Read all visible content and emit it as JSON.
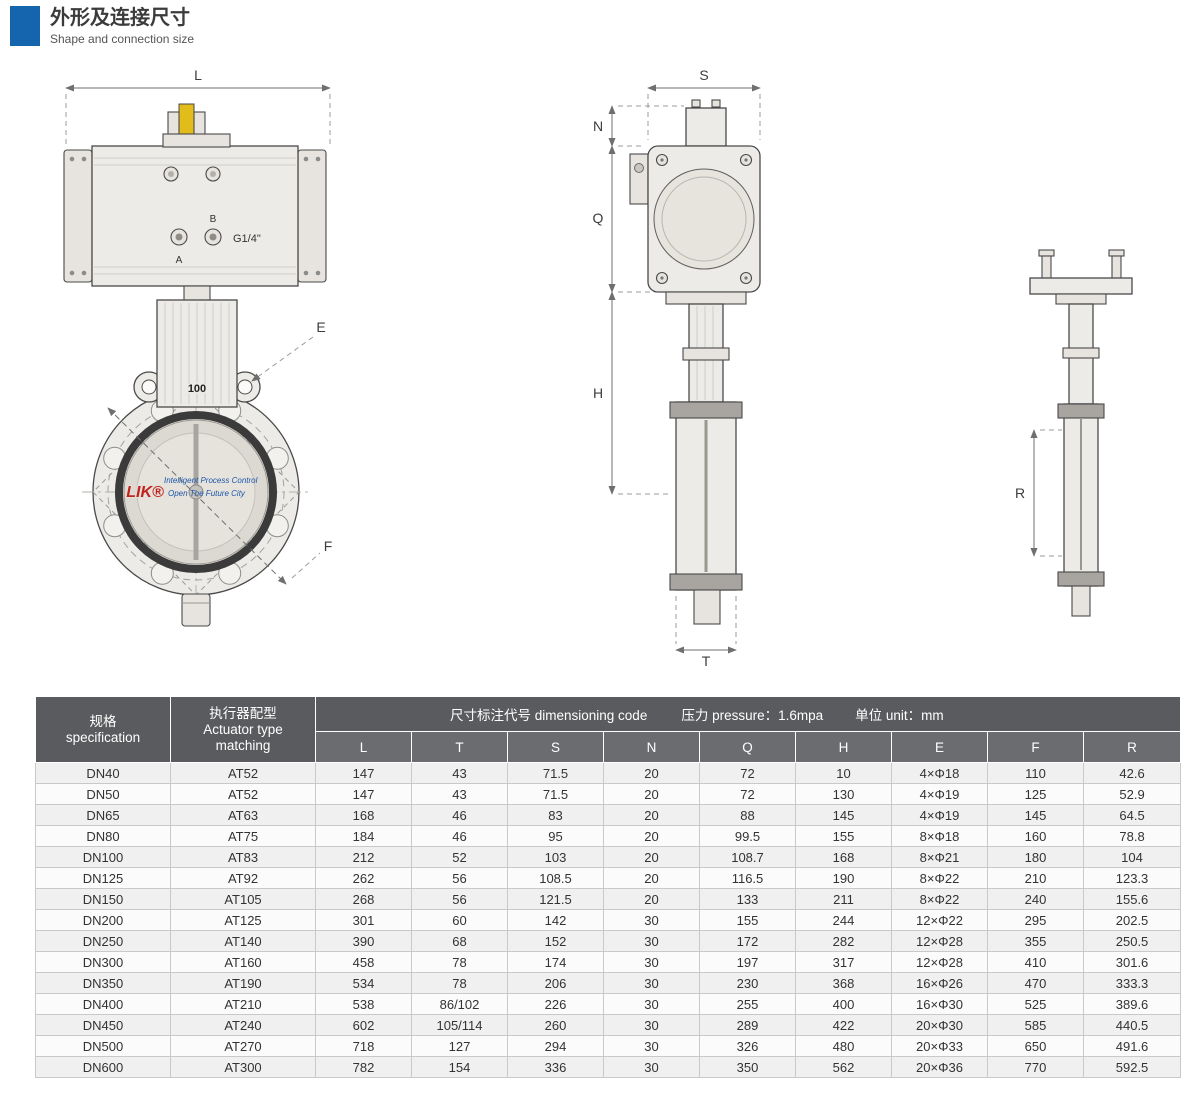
{
  "header": {
    "title_zh": "外形及连接尺寸",
    "title_en": "Shape and connection size"
  },
  "drawing": {
    "front_view": {
      "dim_l": "L",
      "dim_e": "E",
      "dim_f": "F",
      "port_b_label": "B",
      "port_a_label": "A",
      "port_size_label": "G1/4\"",
      "bracket_label": "100",
      "disc_logo": "LIK®",
      "disc_text_line1": "Intelligent Process Control",
      "disc_text_line2": "Open The Future City"
    },
    "side_view": {
      "dim_s": "S",
      "dim_n": "N",
      "dim_q": "Q",
      "dim_h": "H",
      "dim_t": "T"
    },
    "profile_view": {
      "dim_r": "R"
    }
  },
  "table": {
    "header": {
      "spec_line1": "规格",
      "spec_line2": "specification",
      "actuator_line1": "执行器配型",
      "actuator_line2": "Actuator type",
      "actuator_line3": "matching",
      "dimensioning_code": "尺寸标注代号 dimensioning code",
      "pressure": "压力 pressure：1.6mpa",
      "unit": "单位 unit：mm",
      "dim_columns": [
        "L",
        "T",
        "S",
        "N",
        "Q",
        "H",
        "E",
        "F",
        "R"
      ]
    },
    "rows": [
      {
        "spec": "DN40",
        "actuator": "AT52",
        "dims": [
          "147",
          "43",
          "71.5",
          "20",
          "72",
          "10",
          "4×Φ18",
          "110",
          "42.6"
        ]
      },
      {
        "spec": "DN50",
        "actuator": "AT52",
        "dims": [
          "147",
          "43",
          "71.5",
          "20",
          "72",
          "130",
          "4×Φ19",
          "125",
          "52.9"
        ]
      },
      {
        "spec": "DN65",
        "actuator": "AT63",
        "dims": [
          "168",
          "46",
          "83",
          "20",
          "88",
          "145",
          "4×Φ19",
          "145",
          "64.5"
        ]
      },
      {
        "spec": "DN80",
        "actuator": "AT75",
        "dims": [
          "184",
          "46",
          "95",
          "20",
          "99.5",
          "155",
          "8×Φ18",
          "160",
          "78.8"
        ]
      },
      {
        "spec": "DN100",
        "actuator": "AT83",
        "dims": [
          "212",
          "52",
          "103",
          "20",
          "108.7",
          "168",
          "8×Φ21",
          "180",
          "104"
        ]
      },
      {
        "spec": "DN125",
        "actuator": "AT92",
        "dims": [
          "262",
          "56",
          "108.5",
          "20",
          "116.5",
          "190",
          "8×Φ22",
          "210",
          "123.3"
        ]
      },
      {
        "spec": "DN150",
        "actuator": "AT105",
        "dims": [
          "268",
          "56",
          "121.5",
          "20",
          "133",
          "211",
          "8×Φ22",
          "240",
          "155.6"
        ]
      },
      {
        "spec": "DN200",
        "actuator": "AT125",
        "dims": [
          "301",
          "60",
          "142",
          "30",
          "155",
          "244",
          "12×Φ22",
          "295",
          "202.5"
        ]
      },
      {
        "spec": "DN250",
        "actuator": "AT140",
        "dims": [
          "390",
          "68",
          "152",
          "30",
          "172",
          "282",
          "12×Φ28",
          "355",
          "250.5"
        ]
      },
      {
        "spec": "DN300",
        "actuator": "AT160",
        "dims": [
          "458",
          "78",
          "174",
          "30",
          "197",
          "317",
          "12×Φ28",
          "410",
          "301.6"
        ]
      },
      {
        "spec": "DN350",
        "actuator": "AT190",
        "dims": [
          "534",
          "78",
          "206",
          "30",
          "230",
          "368",
          "16×Φ26",
          "470",
          "333.3"
        ]
      },
      {
        "spec": "DN400",
        "actuator": "AT210",
        "dims": [
          "538",
          "86/102",
          "226",
          "30",
          "255",
          "400",
          "16×Φ30",
          "525",
          "389.6"
        ]
      },
      {
        "spec": "DN450",
        "actuator": "AT240",
        "dims": [
          "602",
          "105/114",
          "260",
          "30",
          "289",
          "422",
          "20×Φ30",
          "585",
          "440.5"
        ]
      },
      {
        "spec": "DN500",
        "actuator": "AT270",
        "dims": [
          "718",
          "127",
          "294",
          "30",
          "326",
          "480",
          "20×Φ33",
          "650",
          "491.6"
        ]
      },
      {
        "spec": "DN600",
        "actuator": "AT300",
        "dims": [
          "782",
          "154",
          "336",
          "30",
          "350",
          "562",
          "20×Φ36",
          "770",
          "592.5"
        ]
      }
    ]
  },
  "colors": {
    "accent_blue": "#1565ae",
    "table_header_dark": "#5a5b5e",
    "table_subheader": "#6b6c6f",
    "indicator_yellow": "#e2bc1a",
    "logo_red": "#c2231d",
    "logo_blue": "#1a55aa"
  }
}
